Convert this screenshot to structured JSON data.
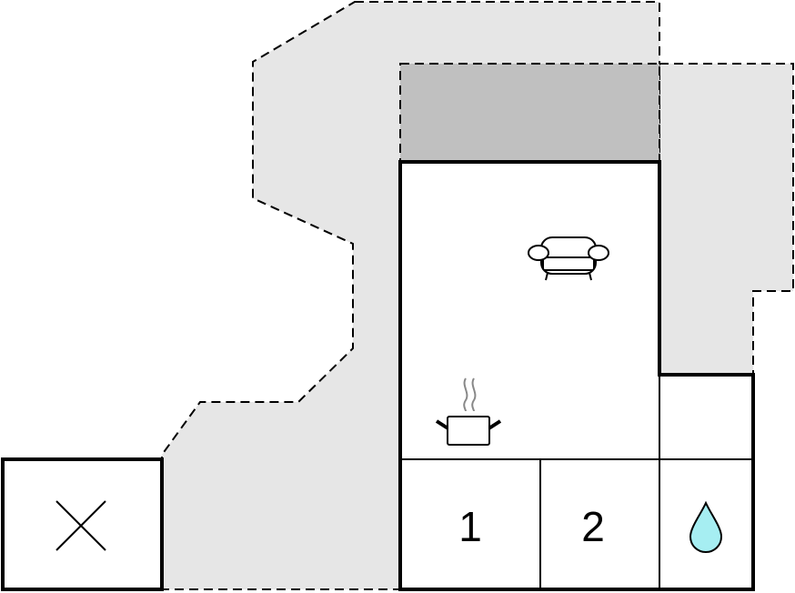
{
  "floorplan": {
    "rooms": [
      {
        "id": "bedroom-1",
        "label": "1"
      },
      {
        "id": "bedroom-2",
        "label": "2"
      }
    ],
    "icons": [
      "close-icon",
      "sofa-icon",
      "cooking-pot-icon",
      "water-drop-icon"
    ],
    "colors": {
      "outdoor_area": "#e6e6e6",
      "covered_terrace": "#c0c0c0",
      "wall": "#000000",
      "water": "#a6eef2"
    }
  }
}
